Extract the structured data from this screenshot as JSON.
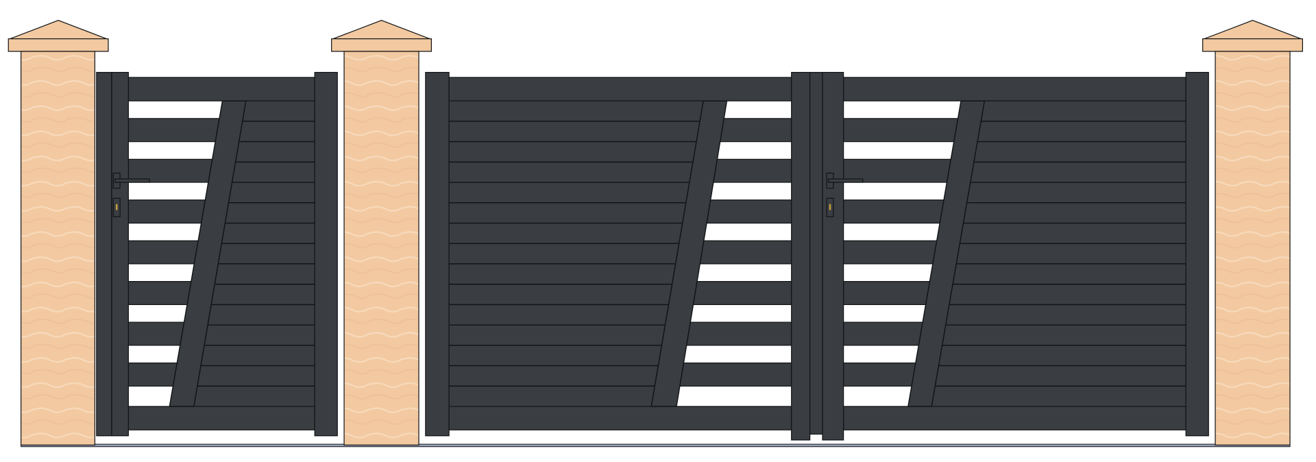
{
  "scene": {
    "subject": "gate",
    "leaves": [
      "pedestrian-gate",
      "main-gate-left-leaf",
      "main-gate-right-leaf"
    ],
    "pillars": 3
  },
  "colors": {
    "metal": "#3a3e42",
    "outline": "#121416",
    "stone": "#f2c9a0",
    "stone_light": "#f6d6b4",
    "ground": "#9aa0b8",
    "background": "#ffffff",
    "lock_brass": "#c8a040"
  }
}
